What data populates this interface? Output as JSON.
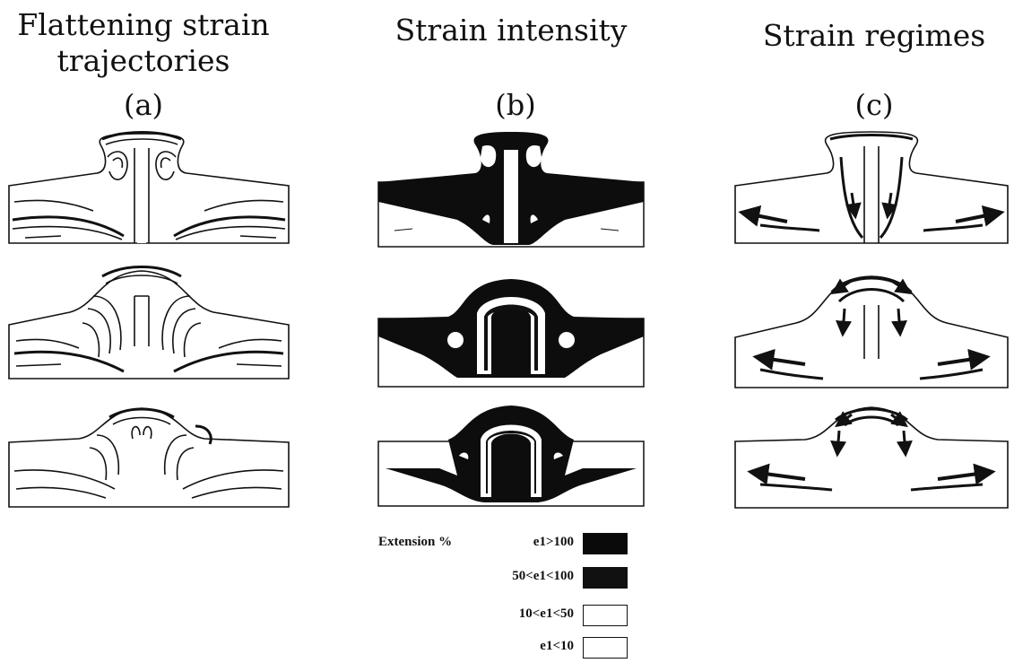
{
  "columns": [
    {
      "title_line1": "Flattening strain",
      "title_line2": "trajectories",
      "letter": "(a)"
    },
    {
      "title_line1": "Strain intensity",
      "title_line2": "",
      "letter": "(b)"
    },
    {
      "title_line1": "Strain regimes",
      "title_line2": "",
      "letter": "(c)"
    }
  ],
  "legend": {
    "heading": "Extension %",
    "entries": [
      {
        "label": "e1>100",
        "color": "#0a0a0a"
      },
      {
        "label": "50<e1<100",
        "color": "#111111"
      },
      {
        "label": "10<e1<50",
        "color": "#ffffff"
      },
      {
        "label": "e1<10",
        "color": "#ffffff"
      }
    ]
  }
}
